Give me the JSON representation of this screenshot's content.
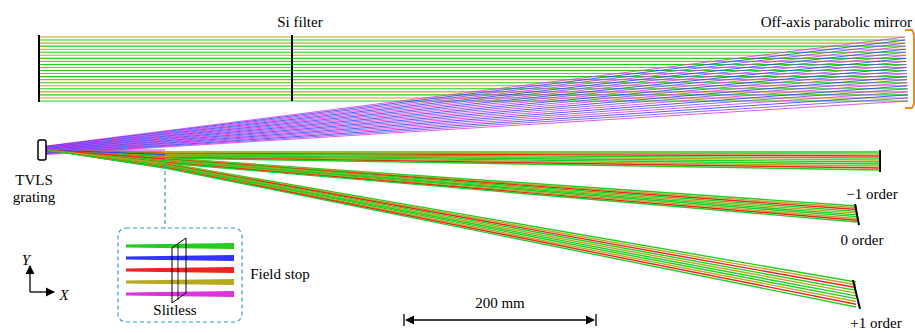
{
  "diagram": {
    "labels": [
      "Si filter",
      "Off-axis parabolic mirror",
      "TVLS grating",
      "−1 order",
      "0 order",
      "+1 order",
      "Field stop",
      "Slitless",
      "Y",
      "X",
      "200 mm"
    ]
  }
}
